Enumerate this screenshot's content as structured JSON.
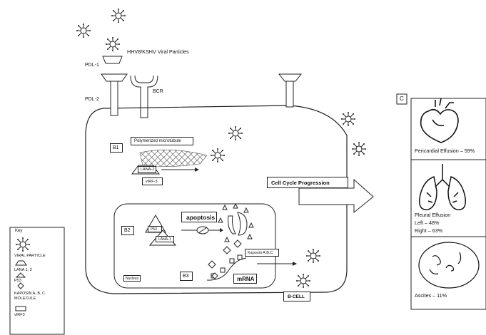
{
  "viral_label": "HHV8/KSHV Viral Particles",
  "pdl1_label": "PDL-1",
  "pdl2_label": "PDL-2",
  "bcr_label": "BCR",
  "b1_label": "B1",
  "b2_label": "B2",
  "b3_label": "B3",
  "polymerized_label": "Polymerized microtubule",
  "lana2_label": "LANA-2",
  "virf3_label": "vIRF-3",
  "p53_label": "P53",
  "lana1_label": "LANA-1",
  "apoptosis_label": "apoptosis",
  "kaposin_label": "Kaposin A,B,C",
  "mrna_label": "mRNA",
  "nucleus_label": "Nucleus",
  "bcell_label": "B-CELL",
  "cell_cycle_label": "Cell Cycle Progression",
  "panel_c": {
    "tag": "C",
    "pericardial": "Pericardial Effusion – 59%",
    "pleural_title": "Pleural Effusion",
    "pleural_left": "Left – 48%",
    "pleural_right": "Right – 63%",
    "ascites": "Ascites – 11%"
  },
  "key": {
    "title": "Key",
    "viral_particle": "VIRAL PARTICLE",
    "lana": "LANA 1, 2",
    "p53": "P53",
    "kaposin_1": "KAPOSIN A, B, C",
    "kaposin_2": "MOLECULE",
    "virf3": "vIRF3"
  }
}
